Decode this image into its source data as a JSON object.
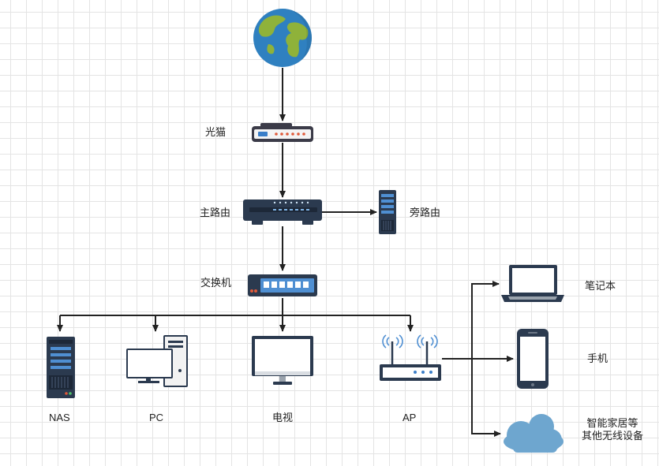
{
  "diagram": {
    "labels": {
      "optical_modem": "光猫",
      "main_router": "主路由",
      "bypass_router": "旁路由",
      "switch": "交换机",
      "nas": "NAS",
      "pc": "PC",
      "tv": "电视",
      "ap": "AP",
      "laptop": "笔记本",
      "phone": "手机",
      "smart_home_line1": "智能家居等",
      "smart_home_line2": "其他无线设备"
    },
    "colors": {
      "line": "#222222",
      "device_dark": "#2b3a4f",
      "device_blue": "#3a7ec8",
      "earth_ocean": "#2f80c0",
      "earth_land": "#8fb23a",
      "cloud": "#6ea6cf",
      "accent_red": "#e05a3a"
    },
    "icons": [
      "globe-icon",
      "modem-icon",
      "router-icon",
      "server-icon",
      "switch-icon",
      "nas-icon",
      "pc-icon",
      "tv-icon",
      "wireless-ap-icon",
      "laptop-icon",
      "phone-icon",
      "cloud-icon"
    ]
  }
}
